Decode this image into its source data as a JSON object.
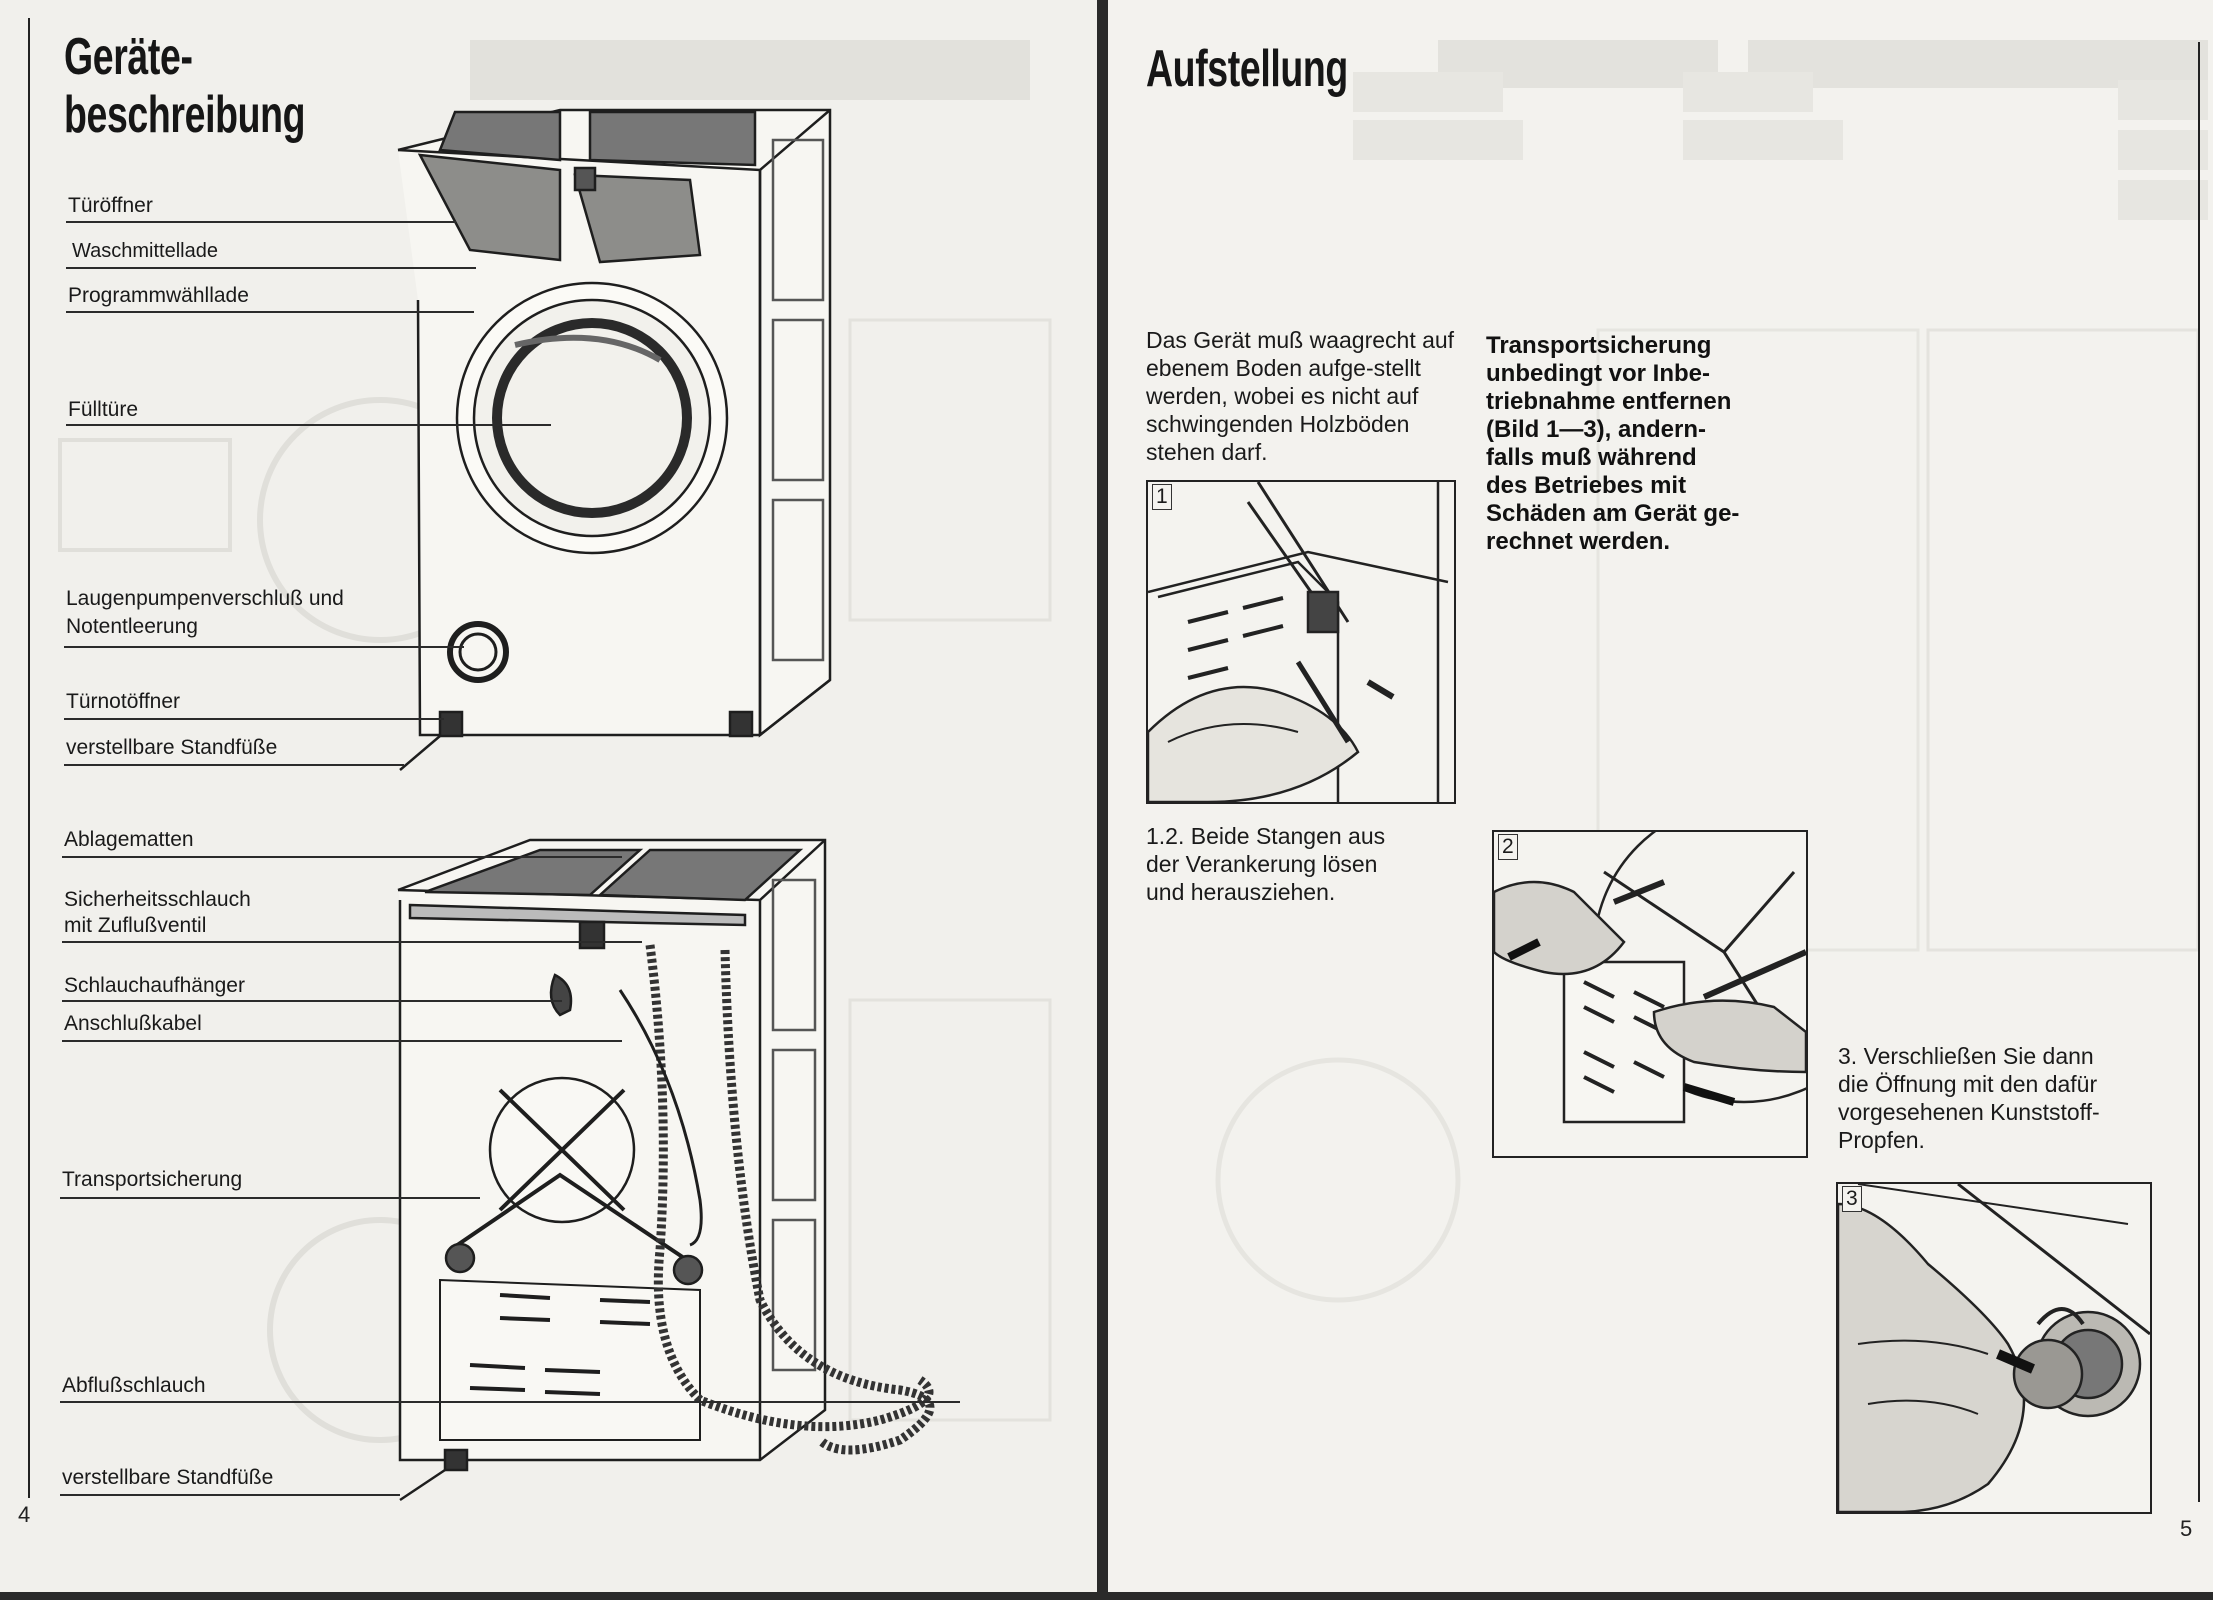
{
  "left_page": {
    "heading_line1": "Geräte-",
    "heading_line2": "beschreibung",
    "labels": [
      "Türöffner",
      "Waschmittellade",
      "Programmwähllade",
      "Fülltüre",
      "Laugenpumpenverschluß und",
      "Notentleerung",
      "Türnotöffner",
      "verstellbare Standfüße",
      "Ablagematten",
      "Sicherheitsschlauch",
      "mit Zuflußventil",
      "Schlauchaufhänger",
      "Anschlußkabel",
      "Transportsicherung",
      "Abflußschlauch",
      "verstellbare Standfüße"
    ],
    "page_number": "4"
  },
  "right_page": {
    "heading": "Aufstellung",
    "intro_text": "Das Gerät muß waagrecht auf ebenem Boden aufge-stellt werden, wobei es nicht auf schwingenden Holzböden stehen darf.",
    "warning_lines": [
      "Transportsicherung",
      "unbedingt vor Inbe-",
      "triebnahme entfernen",
      "(Bild 1—3), andern-",
      "falls muß während",
      "des Betriebes mit",
      "Schäden am Gerät ge-",
      "rechnet werden."
    ],
    "figures": [
      {
        "number": "1"
      },
      {
        "number": "2"
      },
      {
        "number": "3"
      }
    ],
    "step_12_lines": [
      "1.2. Beide Stangen aus",
      "der Verankerung lösen",
      "und herausziehen."
    ],
    "step_3_lines": [
      "3. Verschließen Sie dann",
      "die Öffnung mit den dafür",
      "vorgesehenen Kunststoff-",
      "Propfen."
    ],
    "page_number": "5"
  }
}
